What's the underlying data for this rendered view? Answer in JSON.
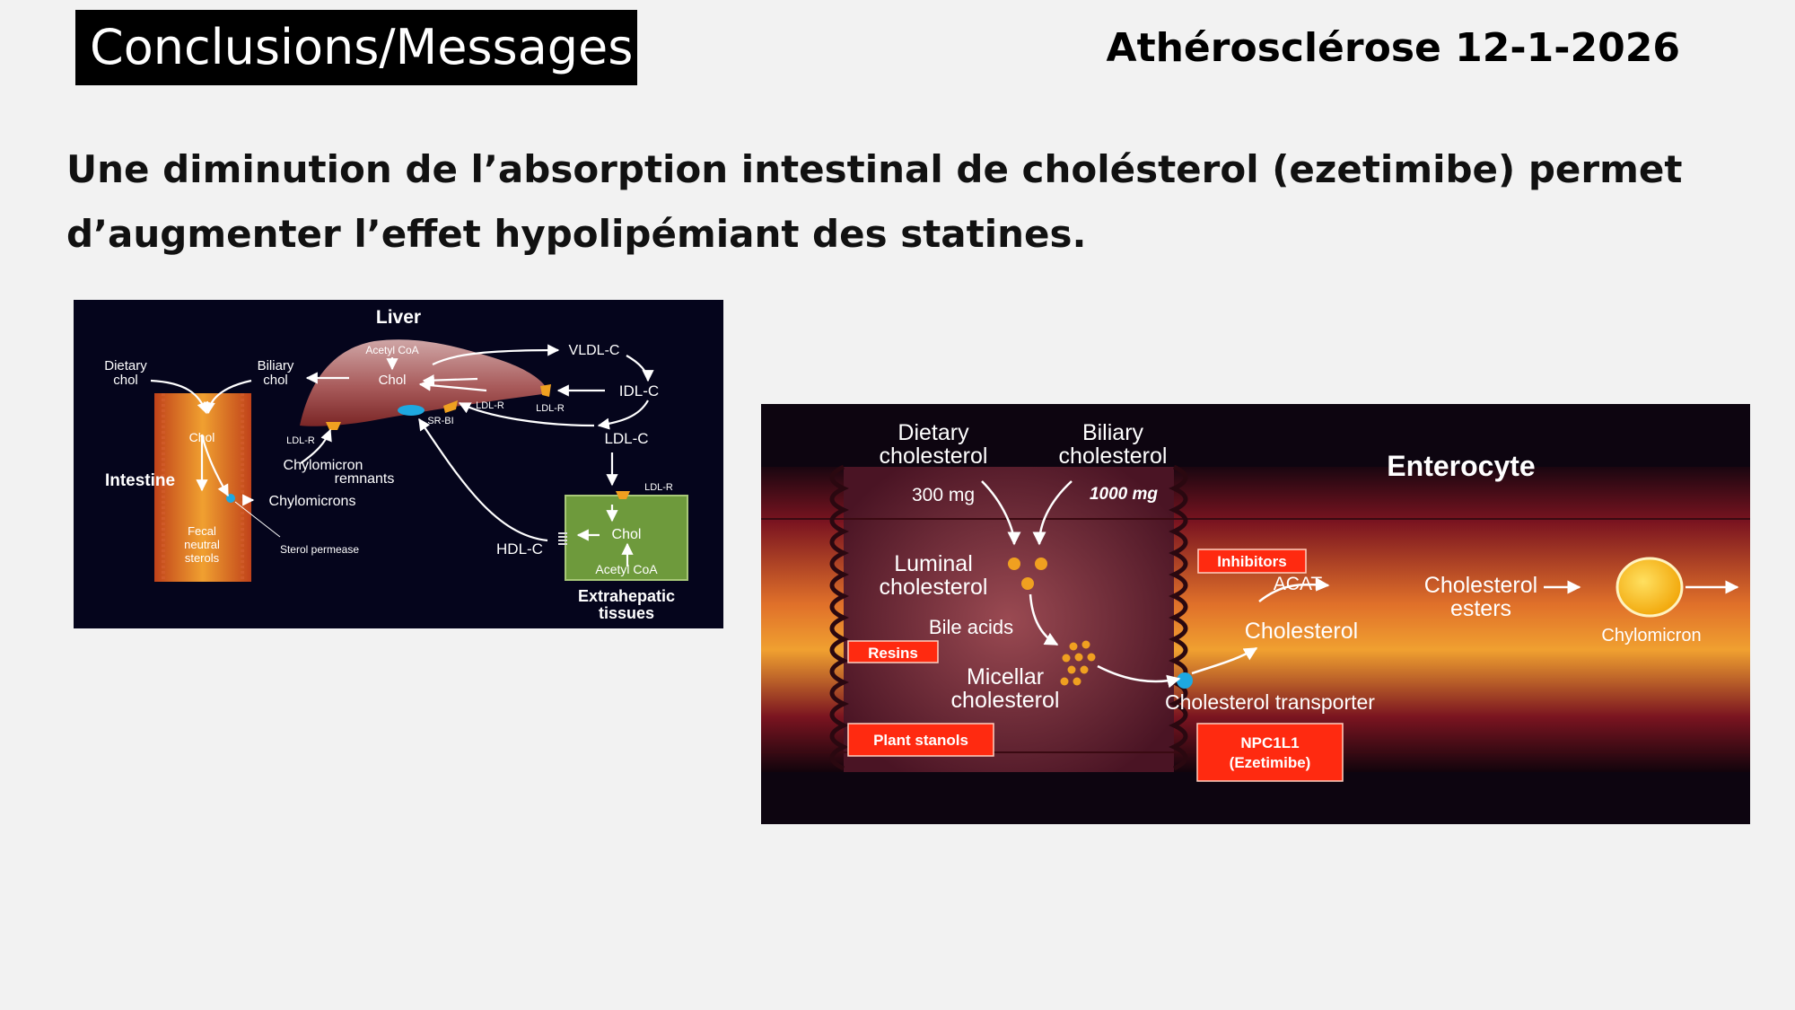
{
  "header": {
    "title": "Conclusions/Messages",
    "date": "Athérosclérose 12-1-2026"
  },
  "message": {
    "line1": "Une diminution de l’absorption intestinal de cholésterol (ezetimibe) permet",
    "line2": "d’augmenter l’effet hypolipémiant des statines."
  },
  "liver_diagram": {
    "liver": "Liver",
    "acetyl_coa_top": "Acetyl CoA",
    "chol_liver": "Chol",
    "vldl": "VLDL-C",
    "idl": "IDL-C",
    "ldl": "LDL-C",
    "ldl_r_left": "LDL-R",
    "ldl_r_mid": "LDL-R",
    "ldl_r_right": "LDL-R",
    "ldl_r_extra": "LDL-R",
    "sr_bi": "SR-BI",
    "dietary_1": "Dietary",
    "dietary_2": "chol",
    "biliary_1": "Biliary",
    "biliary_2": "chol",
    "chol_intestine": "Chol",
    "intestine": "Intestine",
    "remnants_1": "Chylomicron",
    "remnants_2": "remnants",
    "chylomicrons": "Chylomicrons",
    "fecal_1": "Fecal",
    "fecal_2": "neutral",
    "fecal_3": "sterols",
    "sterol_permease": "Sterol permease",
    "hdl": "HDL-C",
    "chol_extra": "Chol",
    "acetyl_coa_extra": "Acetyl CoA",
    "extra_1": "Extrahepatic",
    "extra_2": "tissues"
  },
  "enterocyte_diagram": {
    "dietary_1": "Dietary",
    "dietary_2": "cholesterol",
    "biliary_1": "Biliary",
    "biliary_2": "cholesterol",
    "dose_dietary": "300 mg",
    "dose_biliary": "1000 mg",
    "enterocyte": "Enterocyte",
    "luminal_1": "Luminal",
    "luminal_2": "cholesterol",
    "bile_acids": "Bile acids",
    "resins": "Resins",
    "micellar_1": "Micellar",
    "micellar_2": "cholesterol",
    "plant_stanols": "Plant stanols",
    "inhibitors": "Inhibitors",
    "acat": "ACAT",
    "cholesterol": "Cholesterol",
    "esters_1": "Cholesterol",
    "esters_2": "esters",
    "chylomicron": "Chylomicron",
    "transporter": "Cholesterol transporter",
    "npc1l1_1": "NPC1L1",
    "npc1l1_2": "(Ezetimibe)"
  },
  "colors": {
    "liver_bg": "#05051c",
    "enterocyte_accent": "#ff2a10",
    "chylomicron": "#ffc400",
    "transporter": "#1ea8e0",
    "extrahepatic": "#6e9a3c"
  }
}
